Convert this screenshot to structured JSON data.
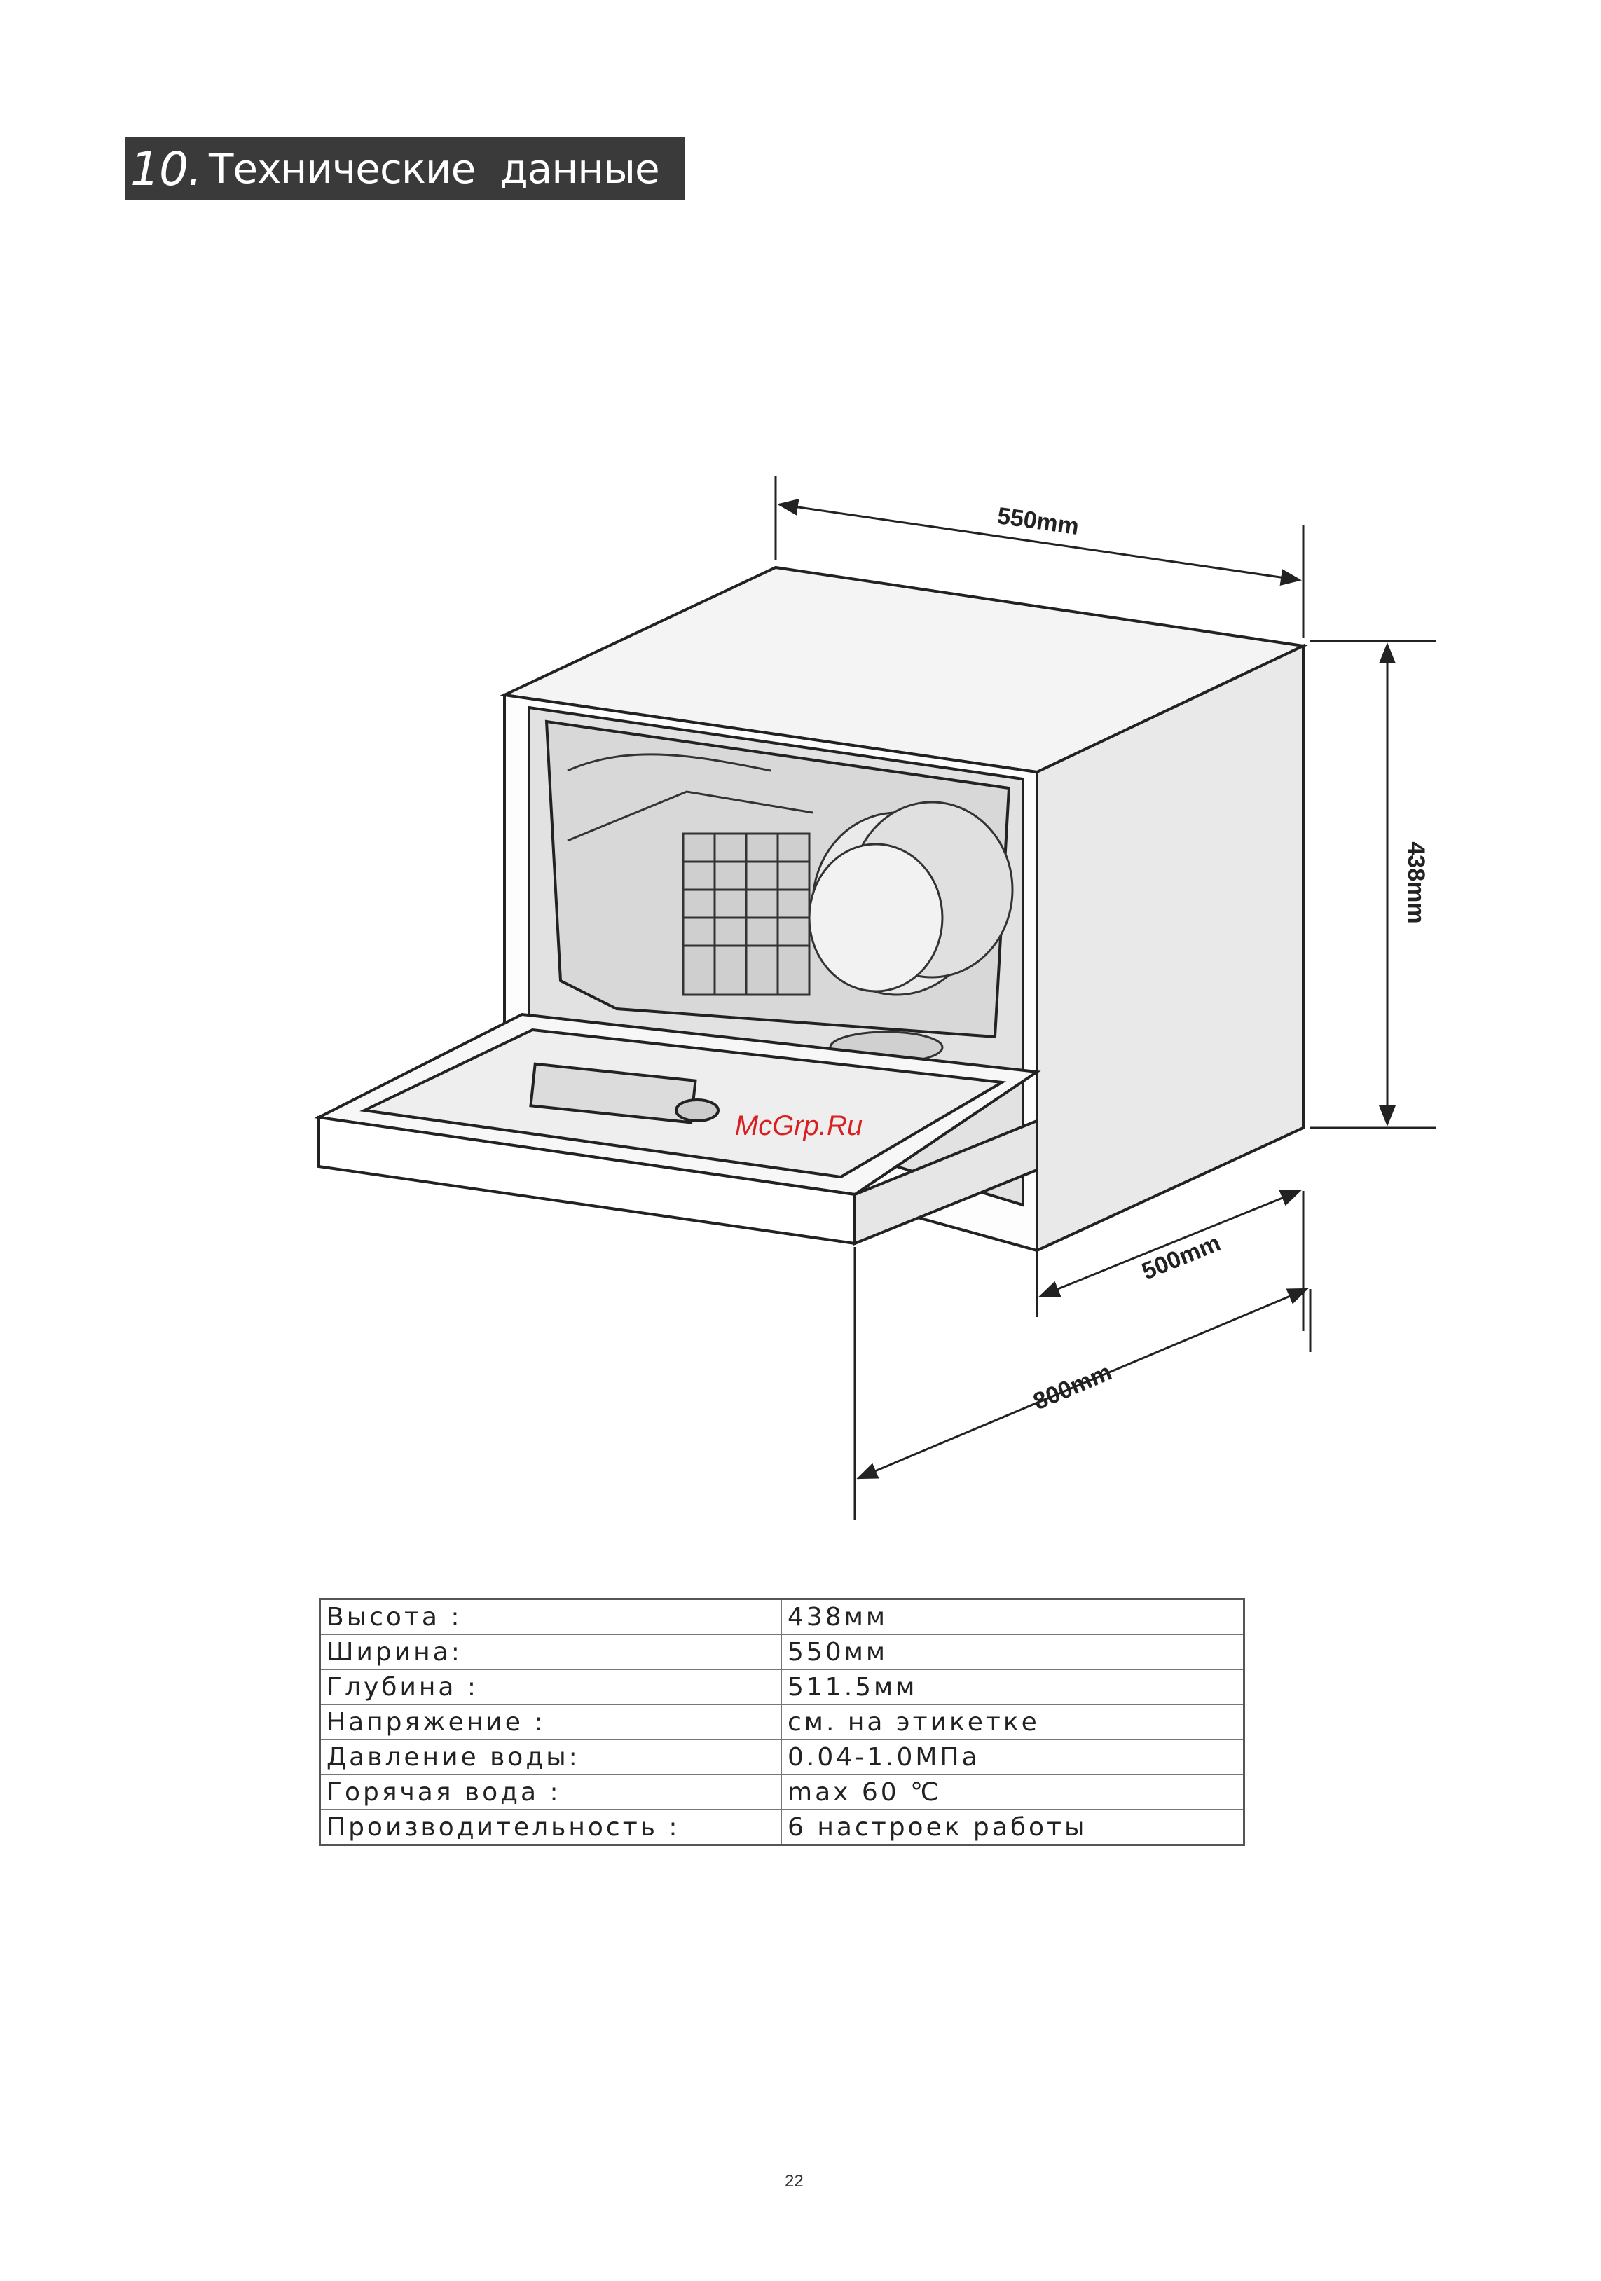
{
  "header": {
    "section_number": "10.",
    "section_title": "Технические  данные"
  },
  "diagram": {
    "dim_width": "550mm",
    "dim_height": "438mm",
    "dim_depth": "500mm",
    "dim_depth_open": "800mm",
    "watermark": "McGrp.Ru"
  },
  "specs": [
    {
      "label": "Высота :",
      "value": "438мм"
    },
    {
      "label": "Ширина:",
      "value": "550мм"
    },
    {
      "label": "Глубина :",
      "value": "511.5мм"
    },
    {
      "label": "Напряжение  :",
      "value": "см. на этикетке"
    },
    {
      "label": "Давление  воды:",
      "value": "0.04-1.0МПа"
    },
    {
      "label": "Горячая  вода  :",
      "value": "max 60 ℃"
    },
    {
      "label": "Производительность  :",
      "value": "6 настроек  работы"
    }
  ],
  "footer": {
    "page_number": "22"
  }
}
